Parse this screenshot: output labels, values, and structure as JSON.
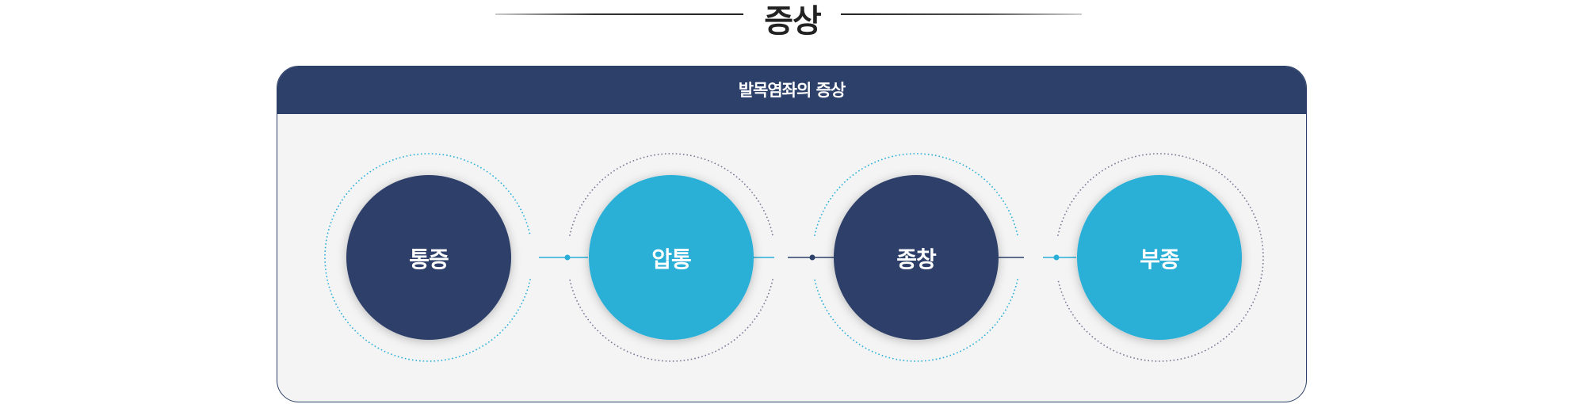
{
  "section_title": "증상",
  "card": {
    "header": "발목염좌의 증상",
    "items": [
      {
        "label": "통증",
        "color": "#2d4069",
        "ring": "#29afd7"
      },
      {
        "label": "압통",
        "color": "#29afd7",
        "ring": "#777a95"
      },
      {
        "label": "종창",
        "color": "#2d4069",
        "ring": "#29afd7"
      },
      {
        "label": "부종",
        "color": "#29afd7",
        "ring": "#777a95"
      }
    ]
  }
}
